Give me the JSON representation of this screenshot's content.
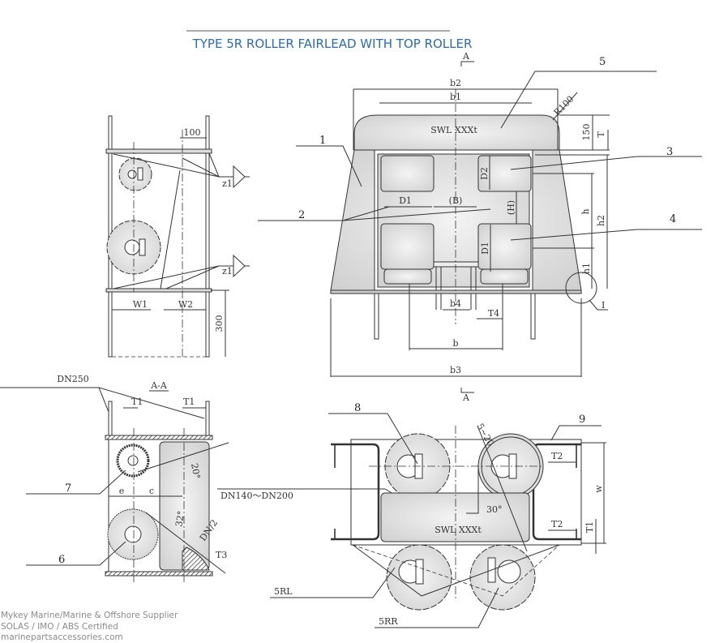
{
  "title": "TYPE 5R ROLLER FAIRLEAD WITH TOP ROLLER",
  "front_view": {
    "section_mark": "A",
    "swl": "SWL XXXt",
    "dims": {
      "b2": "b2",
      "b1": "b1",
      "b3": "b3",
      "b": "b",
      "b4": "b4",
      "T4": "T4",
      "R100": "R100",
      "d150": "150",
      "T": "T",
      "h": "h",
      "h2": "h2",
      "h1": "h1",
      "D1": "D1",
      "D2": "D2",
      "D1v": "D1",
      "B": "(B)",
      "H": "(H)",
      "I": "I"
    },
    "callouts": [
      "1",
      "2",
      "3",
      "4",
      "5"
    ]
  },
  "side_view": {
    "d100": "100",
    "z1": "z1",
    "z1b": "z1",
    "W1": "W1",
    "W2": "W2",
    "d300": "300"
  },
  "section_aa": {
    "label": "A-A",
    "DN250": "DN250",
    "T1a": "T1",
    "T1b": "T1",
    "e": "e",
    "c": "c",
    "a20": "20°",
    "a32": "32°",
    "DN2": "DN/2",
    "T3": "T3",
    "DN140": "DN140～DN200",
    "c7": "7",
    "c6": "6"
  },
  "plan_view": {
    "c8": "8",
    "c9": "9",
    "r52": "5~20",
    "a30": "30°",
    "swl": "SWL XXXt",
    "T2a": "T2",
    "T2b": "T2",
    "w": "w",
    "T1": "T1",
    "RL": "5RL",
    "RR": "5RR"
  },
  "watermark": [
    "Mykey Marine/Marine & Offshore Supplier",
    "SOLAS / IMO / ABS Certified",
    "marinepartsaccessories.com"
  ],
  "colors": {
    "title": "#2a6cb3",
    "fill": "#d8d8d8"
  }
}
